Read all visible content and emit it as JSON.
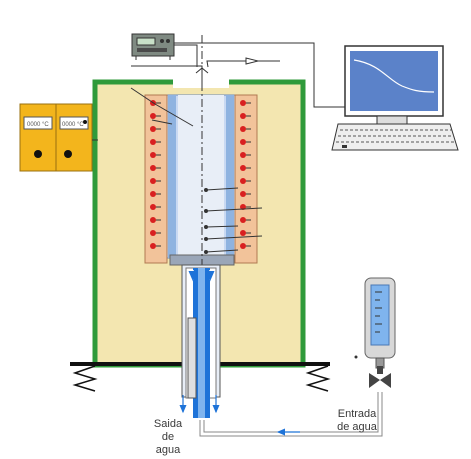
{
  "labels": {
    "outlet_line1": "Saida",
    "outlet_line2": "de",
    "outlet_line3": "agua",
    "inlet_line1": "Entrada",
    "inlet_line2": "de agua"
  },
  "controller": {
    "display_left": "0000 °C",
    "display_right": "0000 °C"
  },
  "colors": {
    "furnace_body": "#f3e6b0",
    "furnace_border": "#2f9a3a",
    "heater_block": "#f2c39a",
    "heater_dot": "#d92020",
    "tube_blue": "#8fb3e0",
    "controller_panel": "#f3b51c",
    "monitor_screen": "#5b82c9",
    "water_blue": "#1e73d8"
  },
  "icons": {
    "computer": "computer-icon",
    "recorder": "data-logger-icon",
    "flowmeter": "flowmeter-icon",
    "valve": "valve-icon",
    "spring": "spring-support-icon"
  }
}
